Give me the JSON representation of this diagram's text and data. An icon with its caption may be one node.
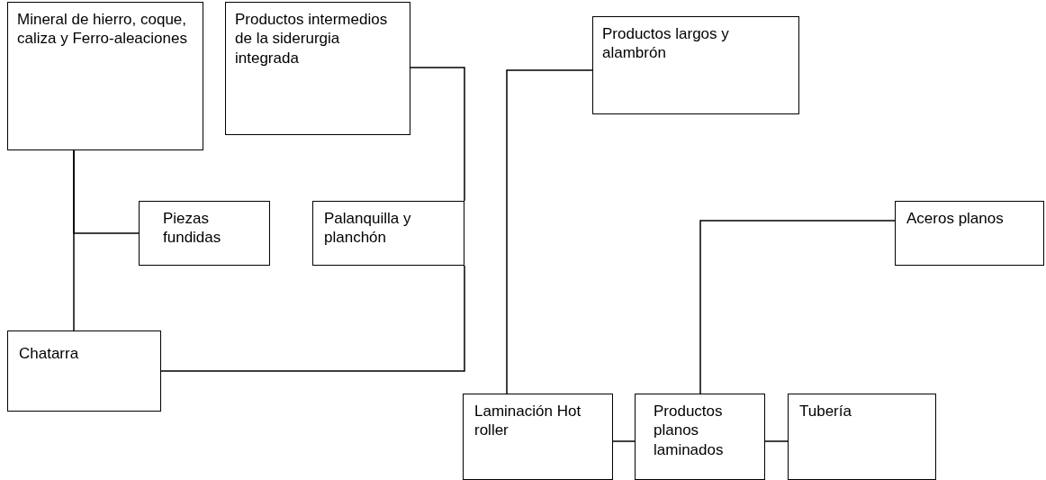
{
  "diagram": {
    "nodes": [
      {
        "text": [
          "Mineral de hierro, coque, caliza y Ferro-aleaciones"
        ]
      },
      {
        "text": [
          "Productos intermedios de la siderurgia integrada"
        ]
      },
      {
        "text": [
          "Productos largos y alambrón"
        ]
      },
      {
        "text": [
          "Piezas fundidas"
        ]
      },
      {
        "text": [
          "Palanquilla y planchón"
        ]
      },
      {
        "text": [
          "Aceros planos"
        ]
      },
      {
        "text": [
          "Chatarra"
        ]
      },
      {
        "text": [
          "Laminación Hot roller"
        ]
      },
      {
        "text": [
          "Productos planos laminados"
        ]
      },
      {
        "text": [
          "Tubería"
        ]
      }
    ],
    "edges": [
      {
        "from": 0,
        "to": 3,
        "arrow": "none"
      },
      {
        "from": 0,
        "to": 6,
        "arrow": "none"
      },
      {
        "from": 1,
        "to": 4,
        "arrow": "none"
      },
      {
        "from": 4,
        "to": 6,
        "arrow": "none"
      },
      {
        "from": 2,
        "to": 7,
        "arrow": "none"
      },
      {
        "from": 5,
        "to": 8,
        "arrow": "none"
      },
      {
        "from": 7,
        "to": 8,
        "arrow": "none"
      },
      {
        "from": 8,
        "to": 9,
        "arrow": "none"
      }
    ]
  }
}
